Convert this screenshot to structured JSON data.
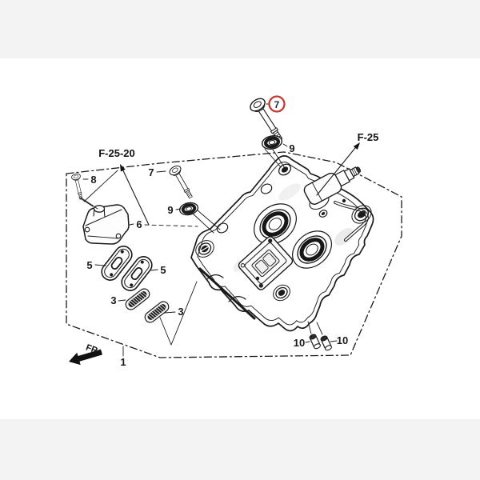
{
  "page": {
    "background": "#ffffff",
    "letterbox_color": "#f3f3f4"
  },
  "diagram": {
    "type": "exploded-parts-diagram",
    "figure_refs": [
      {
        "label": "F-25-20"
      },
      {
        "label": "F-25"
      }
    ],
    "direction_indicator": {
      "label": "FR."
    },
    "highlight": {
      "applies_to_callout": "7",
      "circle_color": "#c23b34"
    },
    "callouts": [
      {
        "text": "1"
      },
      {
        "text": "3"
      },
      {
        "text": "3"
      },
      {
        "text": "5"
      },
      {
        "text": "5"
      },
      {
        "text": "6"
      },
      {
        "text": "7"
      },
      {
        "text": "7"
      },
      {
        "text": "8"
      },
      {
        "text": "9"
      },
      {
        "text": "9"
      },
      {
        "text": "10"
      },
      {
        "text": "10"
      }
    ],
    "colors": {
      "line": "#1a1a1a"
    }
  }
}
